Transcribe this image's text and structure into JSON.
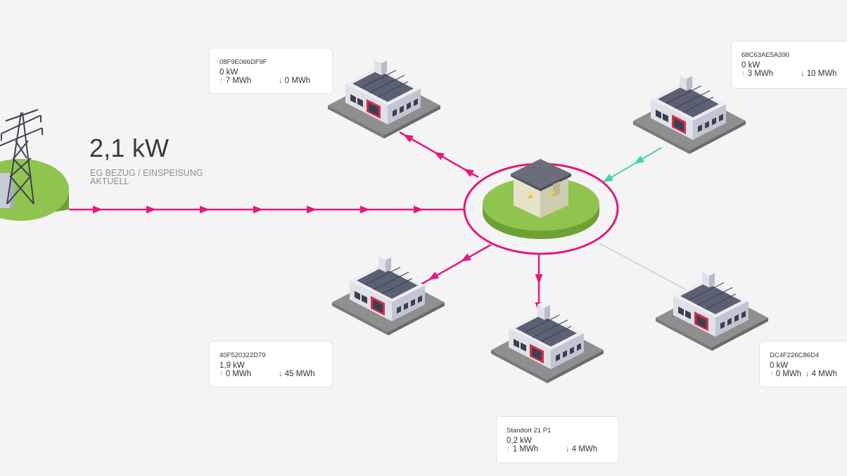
{
  "summary": {
    "power": "2,1 kW",
    "label_line1": "EG BEZUG / EINSPEISUNG",
    "label_line2": "AKTUELL"
  },
  "colors": {
    "flow": "#e6197b",
    "feedin": "#3bd6a3",
    "inactive": "#d6d6d6",
    "grass": "#8fc44f",
    "background": "#f4f4f4"
  },
  "icons": {
    "up": "↑",
    "down": "↓",
    "grid_node": "power-pylon-icon",
    "hub_node": "transformer-station-icon",
    "site_node": "factory-building-icon"
  },
  "sites": [
    {
      "id": "08F9E066DF9F",
      "power": "0 kW",
      "up": "7 MWh",
      "down": "0 MWh"
    },
    {
      "id": "68C63AE5A390",
      "power": "0 kW",
      "up": "3 MWh",
      "down": "10 MWh"
    },
    {
      "id": "40F520322D79",
      "power": "1,9 kW",
      "up": "0 MWh",
      "down": "45 MWh"
    },
    {
      "id": "DC4F226C86D4",
      "power": "0 kW",
      "up": "0 MWh",
      "down": "4 MWh"
    },
    {
      "id": "Standort 21 P1",
      "power": "0,2 kW",
      "up": "1 MWh",
      "down": "4 MWh"
    }
  ]
}
